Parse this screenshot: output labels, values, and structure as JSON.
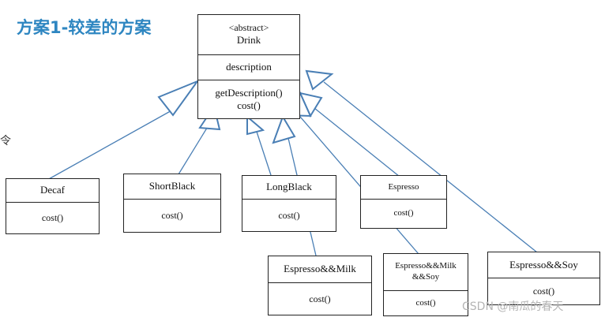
{
  "title": "方案1-较差的方案",
  "drink": {
    "stereotype": "<abstract>",
    "name": "Drink",
    "attribute": "description",
    "method1": "getDescription()",
    "method2": "cost()"
  },
  "subclasses": [
    {
      "name": "Decaf",
      "method": "cost()"
    },
    {
      "name": "ShortBlack",
      "method": "cost()"
    },
    {
      "name": "LongBlack",
      "method": "cost()"
    },
    {
      "name": "Espresso",
      "method": "cost()"
    },
    {
      "name": "Espresso&&Milk",
      "method": "cost()"
    },
    {
      "name_line1": "Espresso&&Milk",
      "name_line2": "&&Soy",
      "method": "cost()"
    },
    {
      "name": "Espresso&&Soy",
      "method": "cost()"
    }
  ],
  "watermark": "CSDN @南瓜的春天",
  "colors": {
    "title": "#2e86c1",
    "arrow": "#4a7fb5",
    "border": "#222222"
  }
}
